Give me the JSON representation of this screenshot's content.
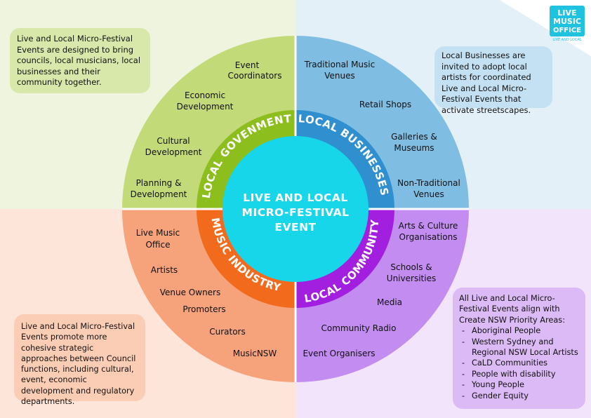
{
  "logo": {
    "line1": "LIVE",
    "line2": "MUSIC",
    "line3": "OFFICE",
    "tagline": "LIVE AND LOCAL"
  },
  "centre": {
    "line1": "LIVE AND LOCAL",
    "line2": "MICRO-FESTIVAL",
    "line3": "EVENT"
  },
  "quadrants": {
    "government": {
      "ring_label": "LOCAL GOVENMENT",
      "color": "#8cbf1e",
      "outer_color": "#c2da78",
      "items": [
        {
          "l1": "Event",
          "l2": "Coordinators"
        },
        {
          "l1": "Economic",
          "l2": "Development"
        },
        {
          "l1": "Cultural",
          "l2": "Development"
        },
        {
          "l1": "Planning &",
          "l2": "Development"
        }
      ]
    },
    "businesses": {
      "ring_label": "LOCAL BUSINESSES",
      "color": "#2f8fcf",
      "outer_color": "#7fbde2",
      "items": [
        {
          "l1": "Traditional Music",
          "l2": "Venues"
        },
        {
          "l1": "Retail Shops",
          "l2": ""
        },
        {
          "l1": "Galleries &",
          "l2": "Museums"
        },
        {
          "l1": "Non-Traditional",
          "l2": "Venues"
        }
      ]
    },
    "community": {
      "ring_label": "LOCAL COMMUNITY",
      "color": "#a21fe0",
      "outer_color": "#c28cf0",
      "items": [
        {
          "l1": "Arts & Culture",
          "l2": "Organisations"
        },
        {
          "l1": "Schools &",
          "l2": "Universities"
        },
        {
          "l1": "Media",
          "l2": ""
        },
        {
          "l1": "Community Radio",
          "l2": ""
        },
        {
          "l1": "Event Organisers",
          "l2": ""
        }
      ]
    },
    "industry": {
      "ring_label": "MUSIC INDUSTRY",
      "color": "#f26a1b",
      "outer_color": "#f6a27b",
      "items": [
        {
          "l1": "Live Music",
          "l2": "Office"
        },
        {
          "l1": "Artists",
          "l2": ""
        },
        {
          "l1": "Venue Owners",
          "l2": ""
        },
        {
          "l1": "Promoters",
          "l2": ""
        },
        {
          "l1": "Curators",
          "l2": ""
        },
        {
          "l1": "MusicNSW",
          "l2": ""
        }
      ]
    }
  },
  "notes": {
    "top_left": "Live and Local Micro-Festival Events are designed to bring councils, local musicians, local businesses and their community together.",
    "top_right": "Local Businesses are invited to adopt local artists for coordinated Live and Local Micro-Festival Events that activate streetscapes.",
    "bottom_left": "Live and Local Micro-Festival Events promote more cohesive strategic approaches between Council functions, including cultural, event, economic development and regulatory departments.",
    "bottom_right": {
      "intro": "All Live and Local Micro-Festival Events align with Create NSW Priority Areas:",
      "items": [
        "Aboriginal People",
        "Western Sydney and Regional NSW Local Artists",
        "CaLD Communities",
        "People with disability",
        "Young People",
        "Gender Equity"
      ]
    }
  },
  "colors": {
    "bg_tl": "#eef4dd",
    "bg_tr": "#e3f0f8",
    "bg_bl": "#fde5d9",
    "bg_br": "#f1e4fb",
    "centre": "#18d6ea",
    "logo": "#1fc2df",
    "note_tl": "#d8e8aa",
    "note_tr": "#c3e1f2",
    "note_bl": "#fbcdb5",
    "note_br": "#dcbaf5"
  }
}
